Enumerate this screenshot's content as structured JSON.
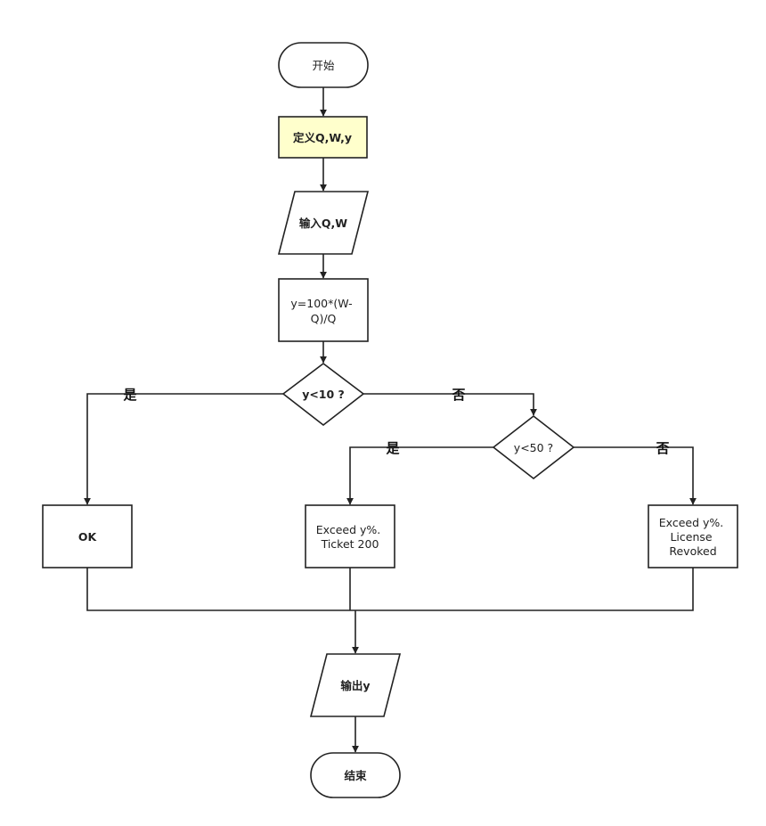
{
  "nodes": {
    "start": "开始",
    "define": "定义Q,W,y",
    "input": "输入Q,W",
    "calc": [
      "y=100*(W-",
      "Q)/Q"
    ],
    "decision1": "y<10 ?",
    "decision2": "y<50 ?",
    "ok": "OK",
    "ticket": [
      "Exceed y%.",
      "Ticket 200"
    ],
    "revoked": [
      "Exceed  y%.",
      "License",
      "Revoked"
    ],
    "output": "输出y",
    "end": "结束"
  },
  "edges": {
    "d1_yes": "是",
    "d1_no": "否",
    "d2_yes": "是",
    "d2_no": "否"
  },
  "colors": {
    "highlight_fill": "#ffffcc",
    "stroke": "#222222"
  }
}
